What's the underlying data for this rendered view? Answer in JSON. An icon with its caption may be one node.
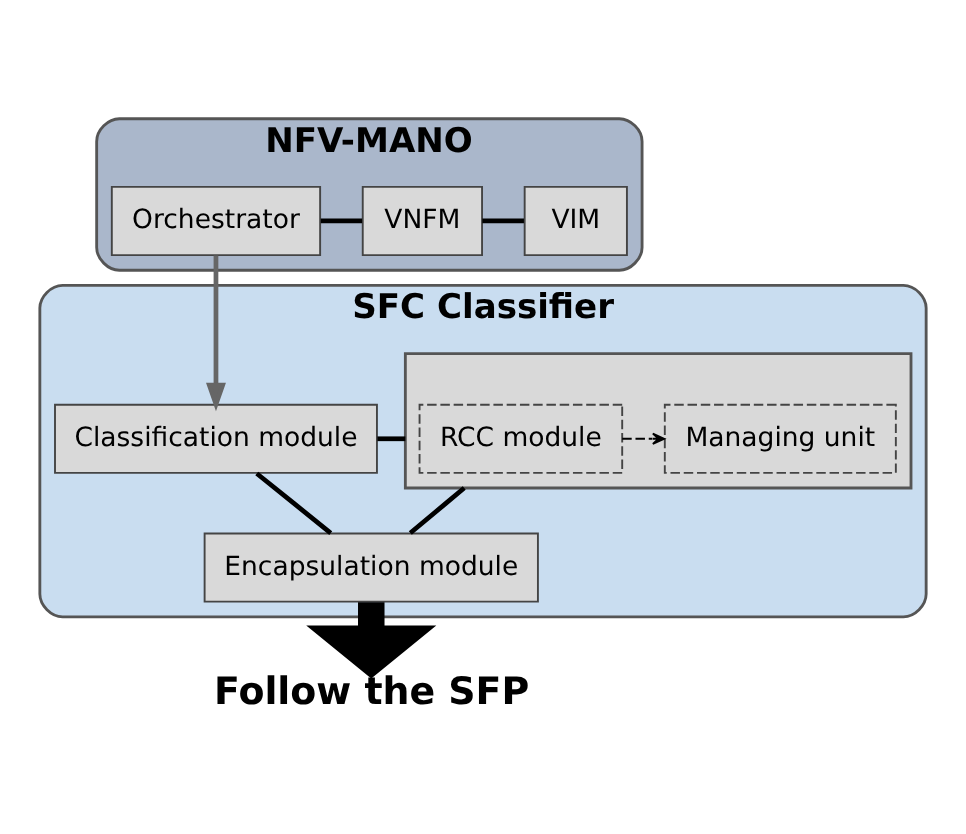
{
  "diagram": {
    "nodes": [
      {
        "text": [
          "NFV-MANO"
        ]
      },
      {
        "text": [
          "Orchestrator"
        ],
        "in": 0
      },
      {
        "text": [
          "VNFM"
        ],
        "in": 0
      },
      {
        "text": [
          "VIM"
        ],
        "in": 0
      },
      {
        "text": [
          "SFC Classifier"
        ]
      },
      {
        "text": [
          "Classification module"
        ],
        "in": 4
      },
      {
        "text": [],
        "shape": "box",
        "in": 4
      },
      {
        "text": [
          "RCC module"
        ],
        "in": 6
      },
      {
        "text": [
          "Managing unit"
        ],
        "in": 6
      },
      {
        "text": [
          "Encapsulation module"
        ],
        "in": 4
      },
      {
        "text": [
          "Follow the SFP"
        ]
      }
    ],
    "edges": [
      {
        "from": 1,
        "to": 2,
        "arrow": "none"
      },
      {
        "from": 2,
        "to": 3,
        "arrow": "none"
      },
      {
        "from": 1,
        "to": 5,
        "arrow": "to",
        "color": "#666666"
      },
      {
        "from": 5,
        "to": 6,
        "arrow": "none"
      },
      {
        "from": 7,
        "to": 8,
        "arrow": "to",
        "style": "dashed"
      },
      {
        "from": 5,
        "to": 9,
        "arrow": "none"
      },
      {
        "from": 6,
        "to": 9,
        "arrow": "none"
      },
      {
        "from": 9,
        "to": 10,
        "arrow": "to",
        "style": "thick"
      }
    ]
  }
}
